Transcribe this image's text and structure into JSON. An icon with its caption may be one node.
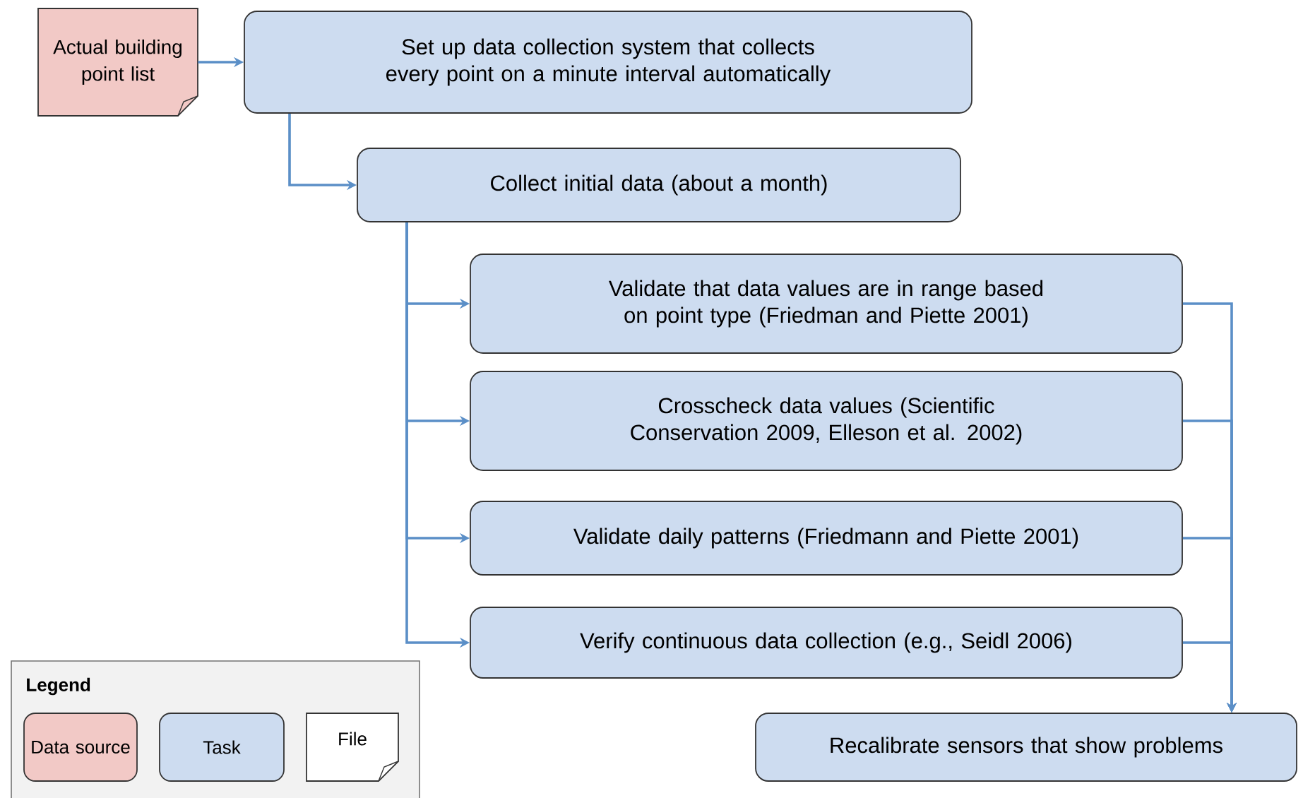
{
  "diagram": {
    "nodes": [
      {
        "text": [
          "Actual building point list"
        ]
      },
      {
        "text": [
          "Set up data collection system that collects every point on a minute interval automatically"
        ]
      },
      {
        "text": [
          "Collect initial data (about a month)"
        ]
      },
      {
        "text": [
          "Validate that data values are in range based on point type (Friedman and Piette 2001)"
        ]
      },
      {
        "text": [
          "Crosscheck data values (Scientific Conservation 2009, Elleson et al. 2002)"
        ]
      },
      {
        "text": [
          "Validate daily patterns (Friedmann and Piette 2001)"
        ]
      },
      {
        "text": [
          "Verify continuous data collection (e.g., Seidl 2006)"
        ]
      },
      {
        "text": [
          "Recalibrate sensors that show problems"
        ]
      }
    ],
    "edges": [
      {
        "from": 0,
        "to": 1,
        "arrow": "to"
      },
      {
        "from": 1,
        "to": 2,
        "arrow": "to"
      },
      {
        "from": 2,
        "to": 3,
        "arrow": "to"
      },
      {
        "from": 2,
        "to": 4,
        "arrow": "to"
      },
      {
        "from": 2,
        "to": 5,
        "arrow": "to"
      },
      {
        "from": 2,
        "to": 6,
        "arrow": "to"
      },
      {
        "from": 3,
        "to": 7,
        "arrow": "to"
      },
      {
        "from": 4,
        "to": 7,
        "arrow": "to"
      },
      {
        "from": 5,
        "to": 7,
        "arrow": "to"
      },
      {
        "from": 6,
        "to": 7,
        "arrow": "to"
      }
    ],
    "labels": [
      "Legend"
    ],
    "legend": [
      {
        "text": "Data source",
        "color": "#f2c9c6"
      },
      {
        "text": "Task",
        "color": "#cddcf0"
      },
      {
        "text": "File"
      }
    ]
  }
}
